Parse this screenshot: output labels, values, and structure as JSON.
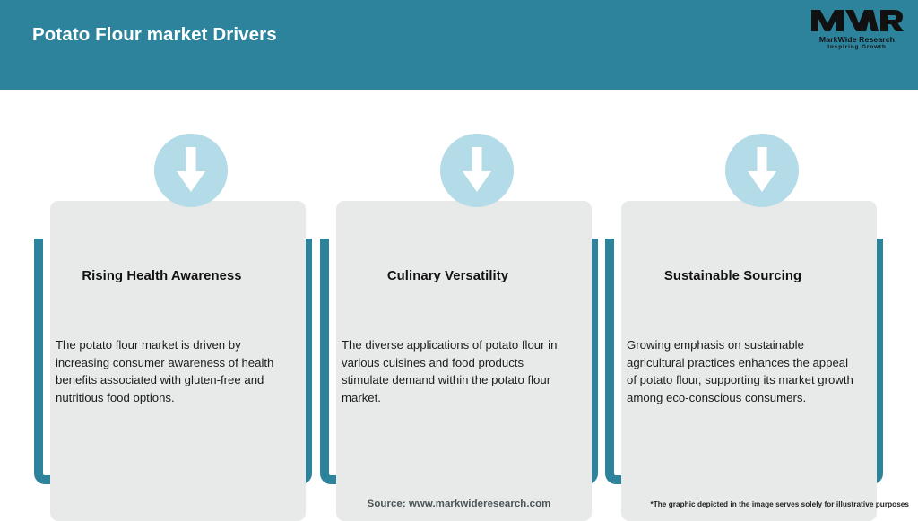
{
  "header": {
    "title": "Potato Flour market Drivers",
    "background_color": "#2e839c",
    "title_color": "#ffffff"
  },
  "logo": {
    "mark": "MWR",
    "name": "MarkWide Research",
    "tagline": "Inspiring Growth"
  },
  "cards": [
    {
      "icon": "down-arrow-icon",
      "title": "Rising Health Awareness",
      "body": "The potato flour market is driven by increasing consumer awareness of health benefits associated with gluten-free and nutritious food options."
    },
    {
      "icon": "down-arrow-icon",
      "title": "Culinary Versatility",
      "body": "The diverse applications of potato flour in various cuisines and food products stimulate demand within the potato flour market."
    },
    {
      "icon": "down-arrow-icon",
      "title": "Sustainable Sourcing",
      "body": "Growing emphasis on sustainable agricultural practices enhances the appeal of potato flour, supporting its market growth among eco-conscious consumers."
    }
  ],
  "footer": {
    "source": "Source: www.markwideresearch.com",
    "disclaimer": "*The graphic depicted in the image serves solely for illustrative purposes"
  },
  "colors": {
    "teal": "#2e839c",
    "badge_blue": "#b4dbe8",
    "card_gray": "#e8eaea",
    "page_background": "#ffffff"
  }
}
